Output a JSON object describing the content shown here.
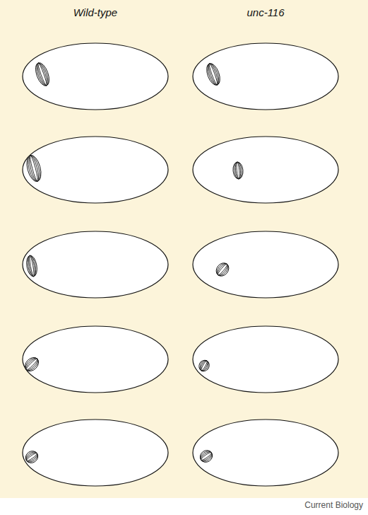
{
  "diagram": {
    "labels": [
      "Wild-type",
      "unc-116",
      "Current Biology"
    ]
  }
}
